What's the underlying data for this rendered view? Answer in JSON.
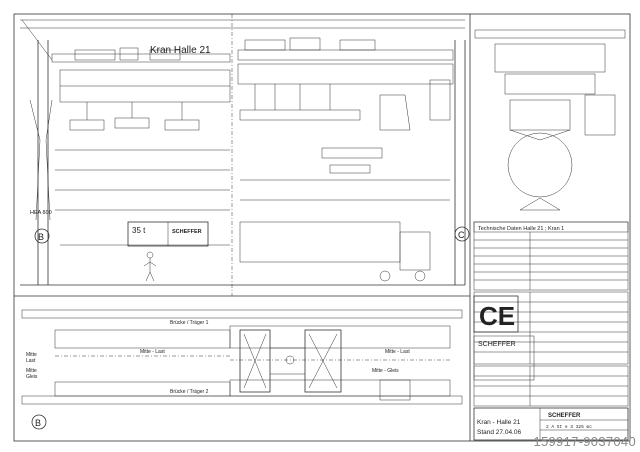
{
  "drawing": {
    "title": "Kran  Halle 21",
    "axis_b_top": "B",
    "axis_c_top": "C",
    "axis_b_bottom": "B",
    "hea_label": "HEA 800",
    "capacity": "35 t",
    "brand_small": "SCHEFFER",
    "label_bridge_upper": "Brücke / Träger  1",
    "label_bridge_lower": "Brücke / Träger  2",
    "label_mitte_last_left": "Mitte\nLast",
    "label_mitte_gleis_left": "Mitte\nGleis",
    "label_mitte_last_center": "Mitte - Last",
    "label_mitte_last_right": "Mitte - Last",
    "label_mitte_gleis_right": "Mitte - Gleis",
    "tech_title": "Technische Daten  Halle 21 ; Kran 1",
    "ce_mark": "CE",
    "brand": "SCHEFFER",
    "title_name": "Kran - Halle 21",
    "title_date": "Stand  27.04.06",
    "title_block_brand": "SCHEFFER",
    "title_number": "2 A  St e  3 325 mc"
  },
  "watermark": "159917-9037040",
  "colors": {
    "line": "#333333",
    "paper": "#ffffff",
    "watermark": "#8a8a8a"
  }
}
